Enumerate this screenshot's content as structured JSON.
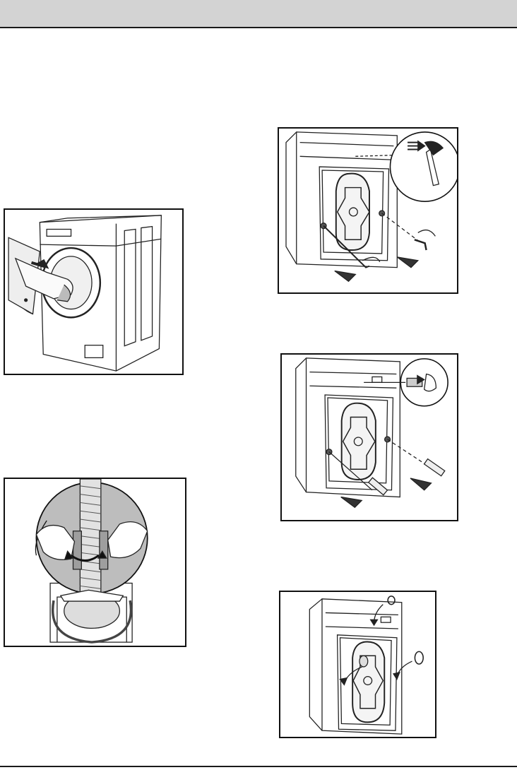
{
  "page": {
    "header_color": "#d3d3d3",
    "rule_color": "#1a1a1a"
  },
  "figures": [
    {
      "id": "fig-door",
      "icon": "open-door-remove-packaging-illustration"
    },
    {
      "id": "fig-hose",
      "icon": "unclip-drain-hose-illustration"
    },
    {
      "id": "fig-bolts",
      "icon": "unscrew-transit-bolts-illustration"
    },
    {
      "id": "fig-spacers",
      "icon": "remove-plastic-spacers-illustration"
    },
    {
      "id": "fig-caps",
      "icon": "insert-hole-caps-illustration"
    }
  ]
}
